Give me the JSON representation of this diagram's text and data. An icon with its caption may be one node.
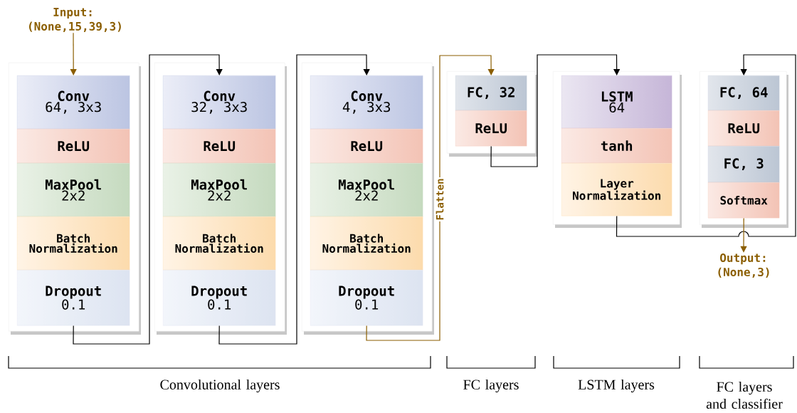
{
  "diagram": {
    "nodes": [
      {
        "text": [
          "Input: (None,15,39,3)"
        ]
      },
      {
        "text": [],
        "shape": "box"
      },
      {
        "text": [
          "Conv",
          "64, 3x3"
        ],
        "in": 1
      },
      {
        "text": [
          "ReLU"
        ],
        "in": 1
      },
      {
        "text": [
          "MaxPool",
          "2x2"
        ],
        "in": 1
      },
      {
        "text": [
          "Batch Normalization"
        ],
        "in": 1
      },
      {
        "text": [
          "Dropout",
          "0.1"
        ],
        "in": 1
      },
      {
        "text": [],
        "shape": "box"
      },
      {
        "text": [
          "Conv",
          "32, 3x3"
        ],
        "in": 7
      },
      {
        "text": [
          "ReLU"
        ],
        "in": 7
      },
      {
        "text": [
          "MaxPool",
          "2x2"
        ],
        "in": 7
      },
      {
        "text": [
          "Batch Normalization"
        ],
        "in": 7
      },
      {
        "text": [
          "Dropout",
          "0.1"
        ],
        "in": 7
      },
      {
        "text": [],
        "shape": "box"
      },
      {
        "text": [
          "Conv",
          "4, 3x3"
        ],
        "in": 13
      },
      {
        "text": [
          "ReLU"
        ],
        "in": 13
      },
      {
        "text": [
          "MaxPool",
          "2x2"
        ],
        "in": 13
      },
      {
        "text": [
          "Batch Normalization"
        ],
        "in": 13
      },
      {
        "text": [
          "Dropout",
          "0.1"
        ],
        "in": 13
      },
      {
        "text": [],
        "shape": "box"
      },
      {
        "text": [
          "FC, 32"
        ],
        "in": 19
      },
      {
        "text": [
          "ReLU"
        ],
        "in": 19
      },
      {
        "text": [],
        "shape": "box"
      },
      {
        "text": [
          "LSTM",
          "64"
        ],
        "in": 22
      },
      {
        "text": [
          "tanh"
        ],
        "in": 22
      },
      {
        "text": [
          "Layer Normalization"
        ],
        "in": 22
      },
      {
        "text": [],
        "shape": "box"
      },
      {
        "text": [
          "FC, 64"
        ],
        "in": 26
      },
      {
        "text": [
          "ReLU"
        ],
        "in": 26
      },
      {
        "text": [
          "FC, 3"
        ],
        "in": 26
      },
      {
        "text": [
          "Softmax"
        ],
        "in": 26
      },
      {
        "text": [
          "Output: (None,3)"
        ]
      }
    ],
    "edges": [
      {
        "from": 0,
        "to": 2,
        "arrow": "to",
        "color": "#8b5e00"
      },
      {
        "from": 6,
        "to": 8,
        "arrow": "to"
      },
      {
        "from": 12,
        "to": 14,
        "arrow": "to"
      },
      {
        "from": 18,
        "to": 20,
        "arrow": "to",
        "label": "Flatten",
        "color": "#8b5e00"
      },
      {
        "from": 21,
        "to": 23,
        "arrow": "to"
      },
      {
        "from": 25,
        "to": 27,
        "arrow": "to"
      },
      {
        "from": 30,
        "to": 31,
        "arrow": "to",
        "color": "#8b5e00"
      }
    ],
    "labels": [
      "Convolutional layers",
      "FC layers",
      "LSTM layers",
      "FC layers and classifier"
    ]
  }
}
